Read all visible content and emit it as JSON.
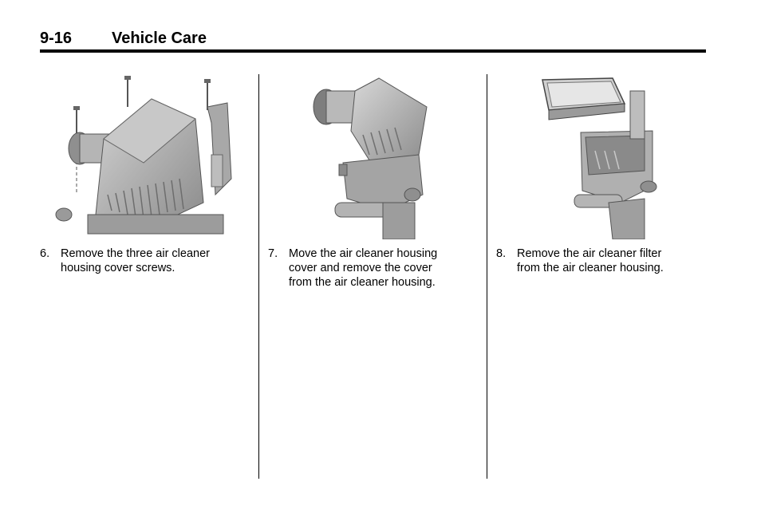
{
  "header": {
    "page_number": "9-16",
    "section_title": "Vehicle Care"
  },
  "steps": [
    {
      "number": "6.",
      "text": "Remove the three air cleaner\nhousing cover screws."
    },
    {
      "number": "7.",
      "text": "Move the air cleaner housing\ncover and remove the cover\nfrom the air cleaner housing."
    },
    {
      "number": "8.",
      "text": "Remove the air cleaner filter\nfrom the air cleaner housing."
    }
  ],
  "colors": {
    "ink": "#000000",
    "paper": "#ffffff",
    "illustration_gray": "#9a9a9a"
  }
}
